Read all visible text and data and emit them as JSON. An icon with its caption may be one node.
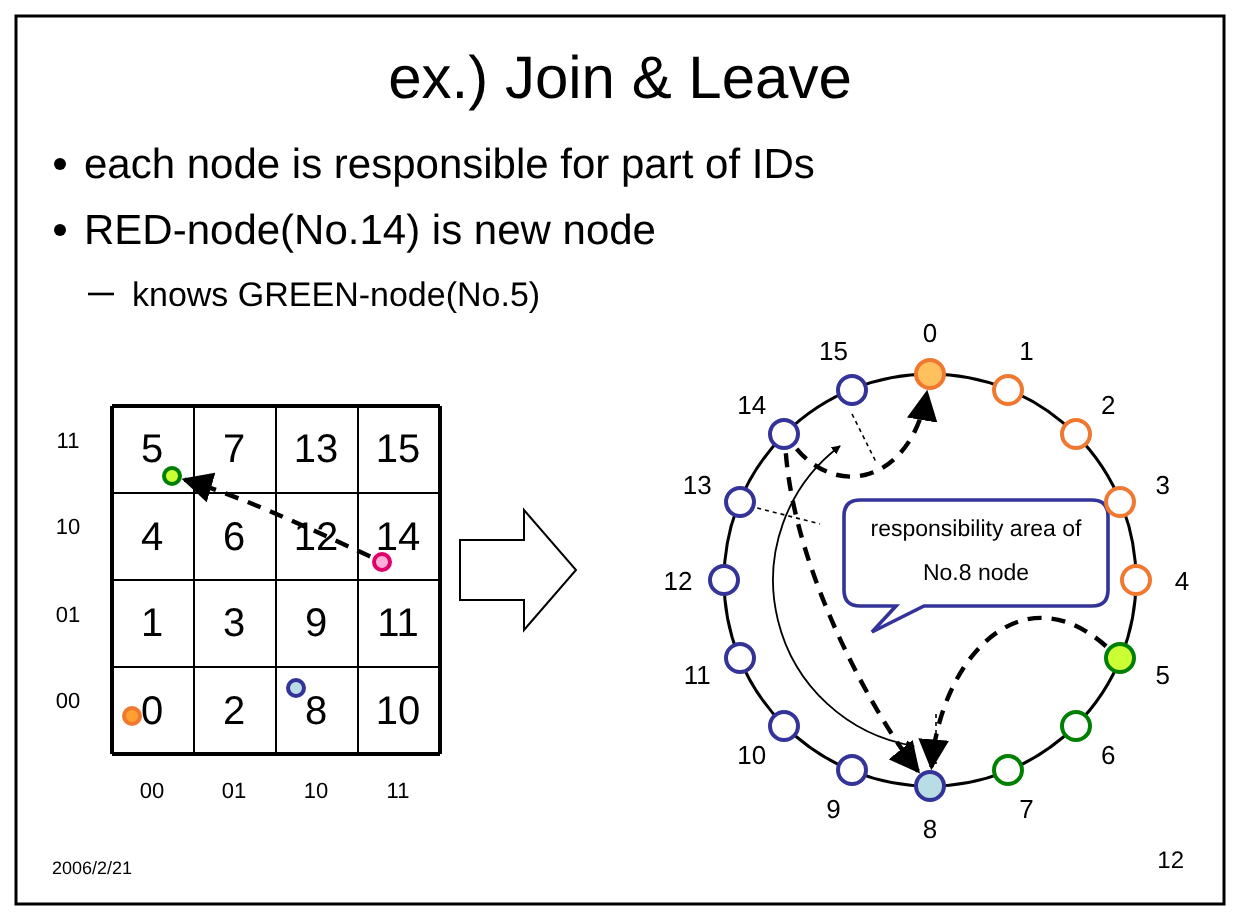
{
  "diagram": {
    "title": "ex.) Join & Leave",
    "nodes": [
      {
        "text": [],
        "shape": "circle"
      },
      {
        "text": [],
        "shape": "circle"
      },
      {
        "text": [],
        "shape": "circle"
      },
      {
        "text": [],
        "shape": "circle"
      },
      {
        "text": [],
        "shape": "circle",
        "beside": [
          "0"
        ]
      },
      {
        "text": [],
        "shape": "circle",
        "beside": [
          "1"
        ]
      },
      {
        "text": [],
        "shape": "circle",
        "beside": [
          "2"
        ]
      },
      {
        "text": [],
        "shape": "circle",
        "beside": [
          "3"
        ]
      },
      {
        "text": [],
        "shape": "circle",
        "beside": [
          "4"
        ]
      },
      {
        "text": [],
        "shape": "circle",
        "beside": [
          "5"
        ]
      },
      {
        "text": [],
        "shape": "circle",
        "beside": [
          "6"
        ]
      },
      {
        "text": [],
        "shape": "circle",
        "beside": [
          "7"
        ]
      },
      {
        "text": [],
        "shape": "circle",
        "beside": [
          "8"
        ]
      },
      {
        "text": [],
        "shape": "circle",
        "beside": [
          "9"
        ]
      },
      {
        "text": [],
        "shape": "circle",
        "beside": [
          "10"
        ]
      },
      {
        "text": [],
        "shape": "circle",
        "beside": [
          "11"
        ]
      },
      {
        "text": [],
        "shape": "circle",
        "beside": [
          "12"
        ]
      },
      {
        "text": [],
        "shape": "circle",
        "beside": [
          "13"
        ]
      },
      {
        "text": [],
        "shape": "circle",
        "beside": [
          "14"
        ]
      },
      {
        "text": [],
        "shape": "circle",
        "beside": [
          "15"
        ]
      },
      {
        "text": [
          "responsibility area of No.8 node"
        ]
      }
    ],
    "edges": [
      {
        "from": 1,
        "to": 0,
        "arrow": "to",
        "style": "dashed"
      },
      {
        "from": 18,
        "to": 4,
        "arrow": "to",
        "style": "dashed"
      },
      {
        "from": 18,
        "to": 12,
        "arrow": "to",
        "style": "dashed"
      },
      {
        "from": 9,
        "to": 12,
        "arrow": "to",
        "style": "dashed"
      }
    ],
    "labels": [
      "each node is responsible for part of IDs",
      "RED-node(No.14) is new node",
      "knows GREEN-node(No.5)",
      "11",
      "5",
      "7",
      "13",
      "15",
      "10",
      "4",
      "6",
      "12",
      "14",
      "01",
      "1",
      "3",
      "9",
      "11",
      "00",
      "0",
      "2",
      "8",
      "10",
      "00",
      "01",
      "10",
      "11",
      "2006/2/21",
      "12"
    ]
  }
}
